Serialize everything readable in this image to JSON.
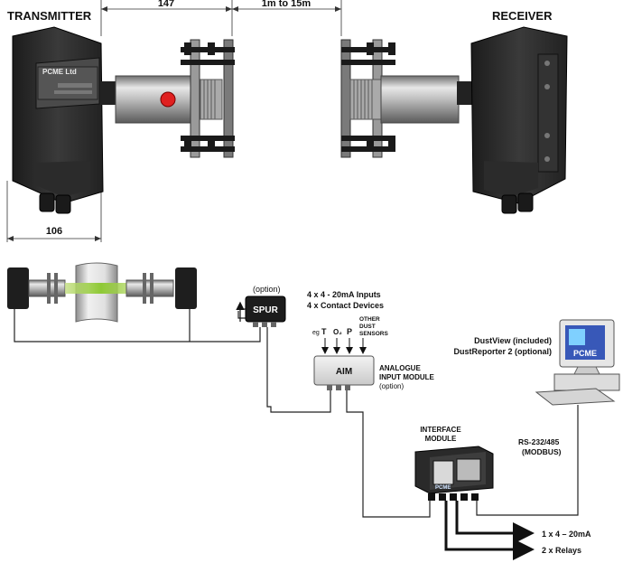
{
  "top": {
    "transmitter_title": "TRANSMITTER",
    "receiver_title": "RECEIVER",
    "dim_flange": "147",
    "dim_range": "1m to 15m",
    "dim_width": "106",
    "plate_brand": "PCME Ltd"
  },
  "system": {
    "spur_option": "(option)",
    "spur_label": "SPUR",
    "inputs_line1": "4 x 4 - 20mA Inputs",
    "inputs_line2": "4 x Contact Devices",
    "sensor_eg": "eg",
    "sensor_t": "T",
    "sensor_o2": "O₂",
    "sensor_p": "P",
    "other_sensors_1": "OTHER",
    "other_sensors_2": "DUST",
    "other_sensors_3": "SENSORS",
    "aim_label": "AIM",
    "aim_desc_1": "ANALOGUE",
    "aim_desc_2": "INPUT MODULE",
    "aim_desc_3": "(option)",
    "interface_1": "INTERFACE",
    "interface_2": "MODULE",
    "interface_brand": "PCME",
    "software_1": "DustView (included)",
    "software_2": "DustReporter 2 (optional)",
    "pc_brand": "PCME",
    "comms_1": "RS-232/485",
    "comms_2": "(MODBUS)",
    "output_analog": "1 x 4 – 20mA",
    "output_relays": "2 x Relays"
  }
}
